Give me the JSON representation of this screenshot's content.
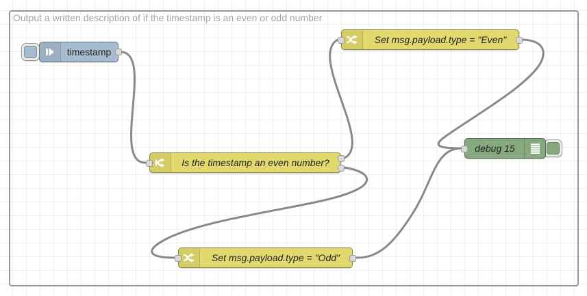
{
  "workspace": {
    "group_label": "Output a written description of if the timestamp is an even or odd number"
  },
  "nodes": {
    "inject": {
      "label": "timestamp",
      "color": "#a6bbcf"
    },
    "switch": {
      "label": "Is the timestamp an even number?",
      "color": "#e2d96e"
    },
    "change_even": {
      "label": "Set msg.payload.type = \"Even\"",
      "color": "#e2d96e"
    },
    "change_odd": {
      "label": "Set msg.payload.type = \"Odd\"",
      "color": "#e2d96e"
    },
    "debug": {
      "label": "debug 15",
      "color": "#87a980"
    }
  },
  "palette": {
    "wire": "#888888",
    "port_fill": "#d9d9d9",
    "port_border": "#999999",
    "grid_line": "#eeeeee",
    "group_border": "#979797",
    "node_label_text": "#222222",
    "group_label_text": "#a4a4a4"
  }
}
